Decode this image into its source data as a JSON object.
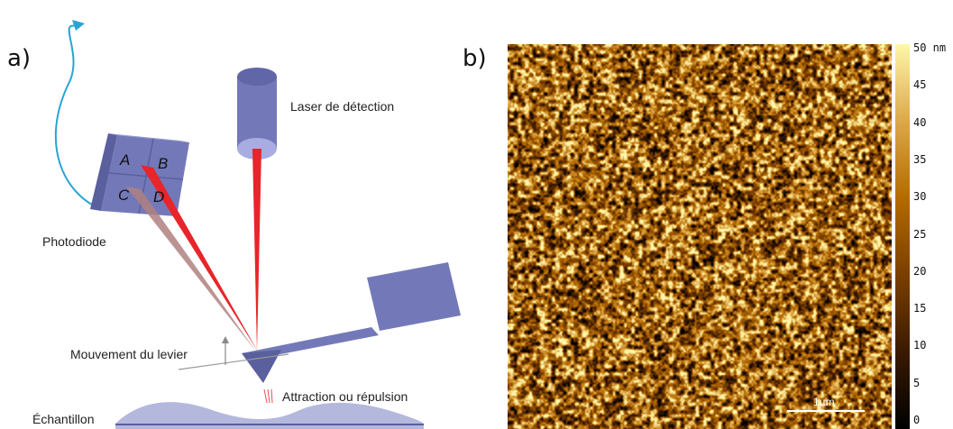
{
  "panel_a": {
    "label": "a)",
    "laser_label": "Laser de détection",
    "photodiode_label": "Photodiode",
    "quadrants": [
      "A",
      "B",
      "C",
      "D"
    ],
    "lever_label": "Mouvement du levier",
    "interaction_label": "Attraction ou répulsion",
    "sample_label": "Échantillon",
    "colors": {
      "beam": "#e8252a",
      "device": "#7379b8",
      "device_light": "#a8ace0",
      "signal": "#2aa3d4"
    }
  },
  "panel_b": {
    "label": "b)",
    "scale_bar_label": "1µm",
    "colorbar_ticks": [
      "50 nm",
      "45",
      "40",
      "35",
      "30",
      "25",
      "20",
      "15",
      "10",
      "5",
      "0"
    ],
    "colormap": [
      "#000000",
      "#3a1a00",
      "#7a3f00",
      "#b56a00",
      "#dca84a",
      "#fff7a8"
    ]
  }
}
